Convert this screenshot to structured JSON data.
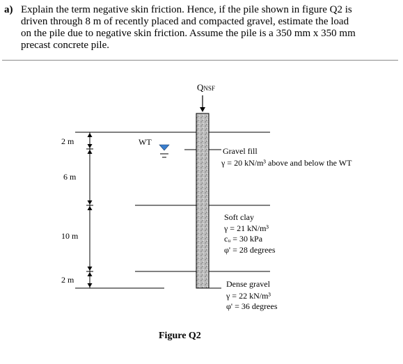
{
  "question": {
    "label": "a)",
    "lines": [
      "Explain the term negative skin friction.  Hence, if the pile shown in figure Q2 is",
      "driven through 8 m of recently placed and compacted gravel, estimate the load",
      "on the pile due to negative skin friction. Assume the pile is a 350 mm x 350 mm",
      "precast concrete pile."
    ]
  },
  "figure": {
    "load": {
      "main": "Q",
      "sub": "NSF"
    },
    "water_table": "WT",
    "dimensions": [
      "2 m",
      "6 m",
      "10 m",
      "2 m"
    ],
    "layers": [
      {
        "name": "Gravel fill",
        "props": [
          "γ = 20 kN/m³ above and below the WT"
        ]
      },
      {
        "name": "Soft clay",
        "props": [
          "γ = 21 kN/m³",
          "cᵤ = 30 kPa",
          "φ' = 28 degrees"
        ]
      },
      {
        "name": "Dense gravel",
        "props": [
          "γ = 22 kN/m³",
          "φ' = 36 degrees"
        ]
      }
    ],
    "caption": "Figure Q2"
  }
}
